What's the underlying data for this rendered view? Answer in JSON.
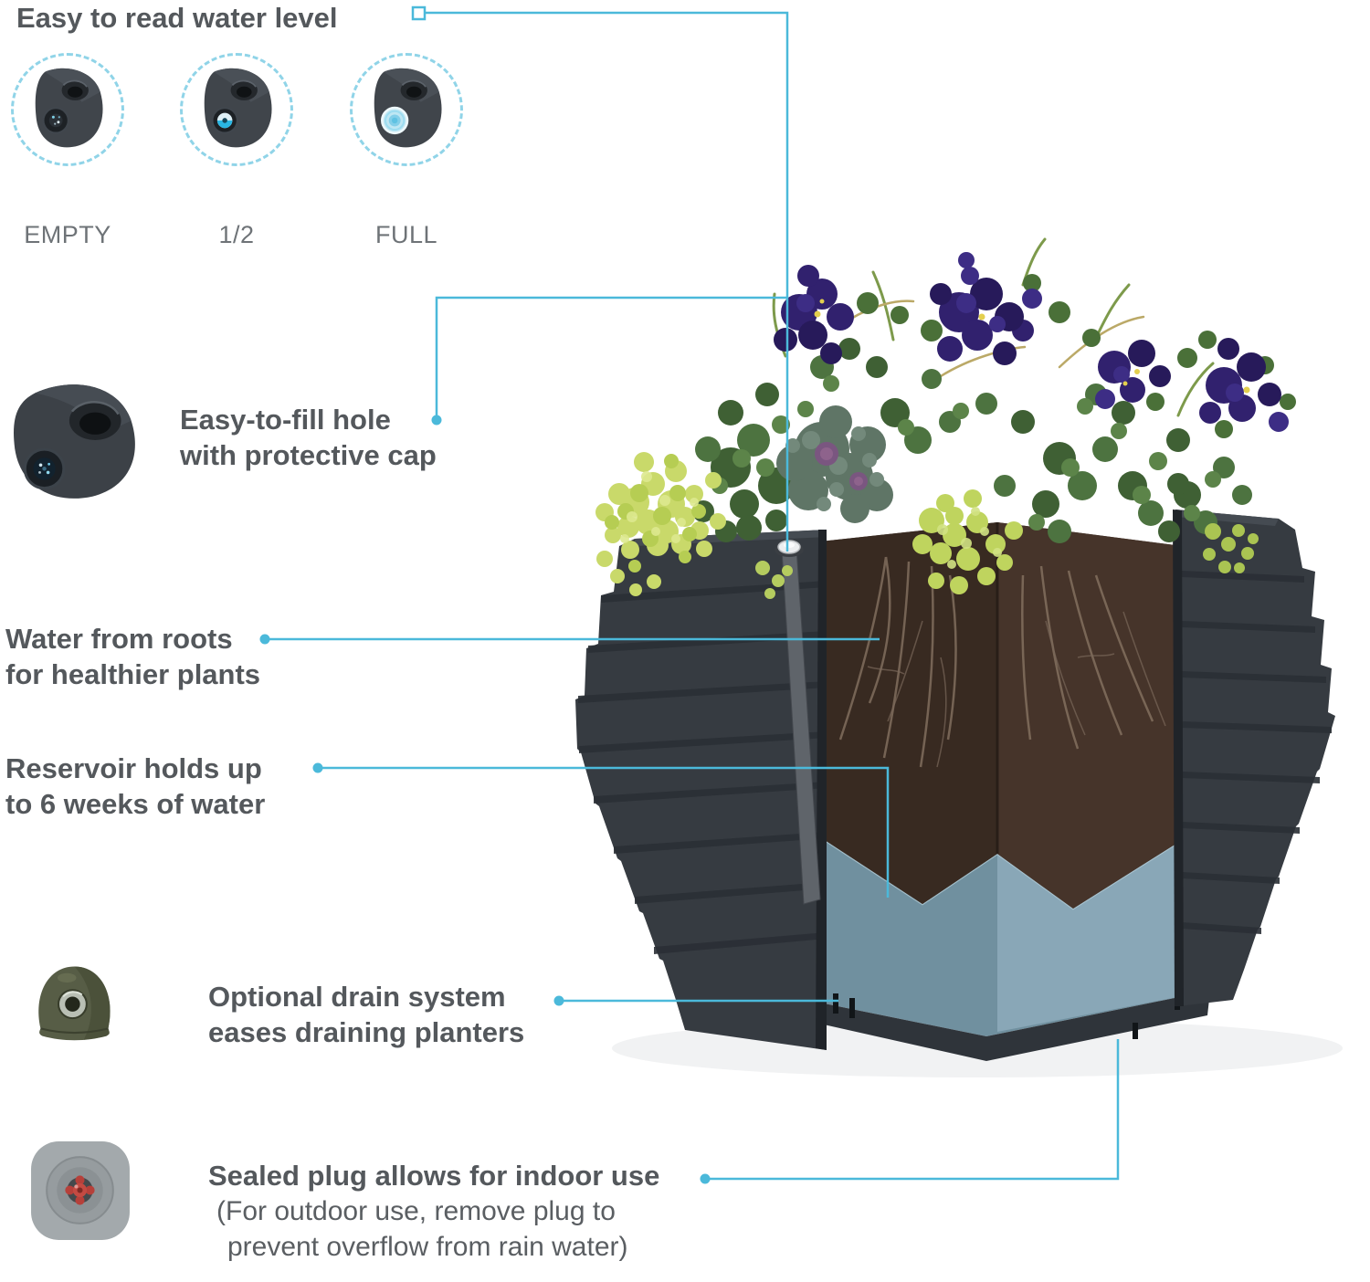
{
  "title": "Easy to read water level",
  "water_levels": [
    {
      "label": "EMPTY"
    },
    {
      "label": "1/2"
    },
    {
      "label": "FULL"
    }
  ],
  "callouts": {
    "fill_hole": {
      "lines": [
        "Easy-to-fill hole",
        "with protective cap"
      ]
    },
    "roots": {
      "lines": [
        "Water from roots",
        "for healthier  plants"
      ]
    },
    "reservoir": {
      "lines": [
        "Reservoir holds up",
        "to 6 weeks of water"
      ]
    },
    "drain": {
      "lines": [
        "Optional drain system",
        "eases draining planters"
      ]
    },
    "plug": {
      "title": "Sealed plug allows for indoor use",
      "note_lines": [
        "(For outdoor use, remove plug to",
        "prevent overflow from rain water)"
      ]
    }
  },
  "colors": {
    "heading_text": "#54585c",
    "label_text": "#6e7377",
    "connector_blue": "#4bb9da",
    "planter_gray": "#363b41",
    "soil_brown": "#3f2f26",
    "water_blue": "#7a99ab",
    "drain_olive": "#575d46",
    "plug_red": "#b6403a"
  }
}
